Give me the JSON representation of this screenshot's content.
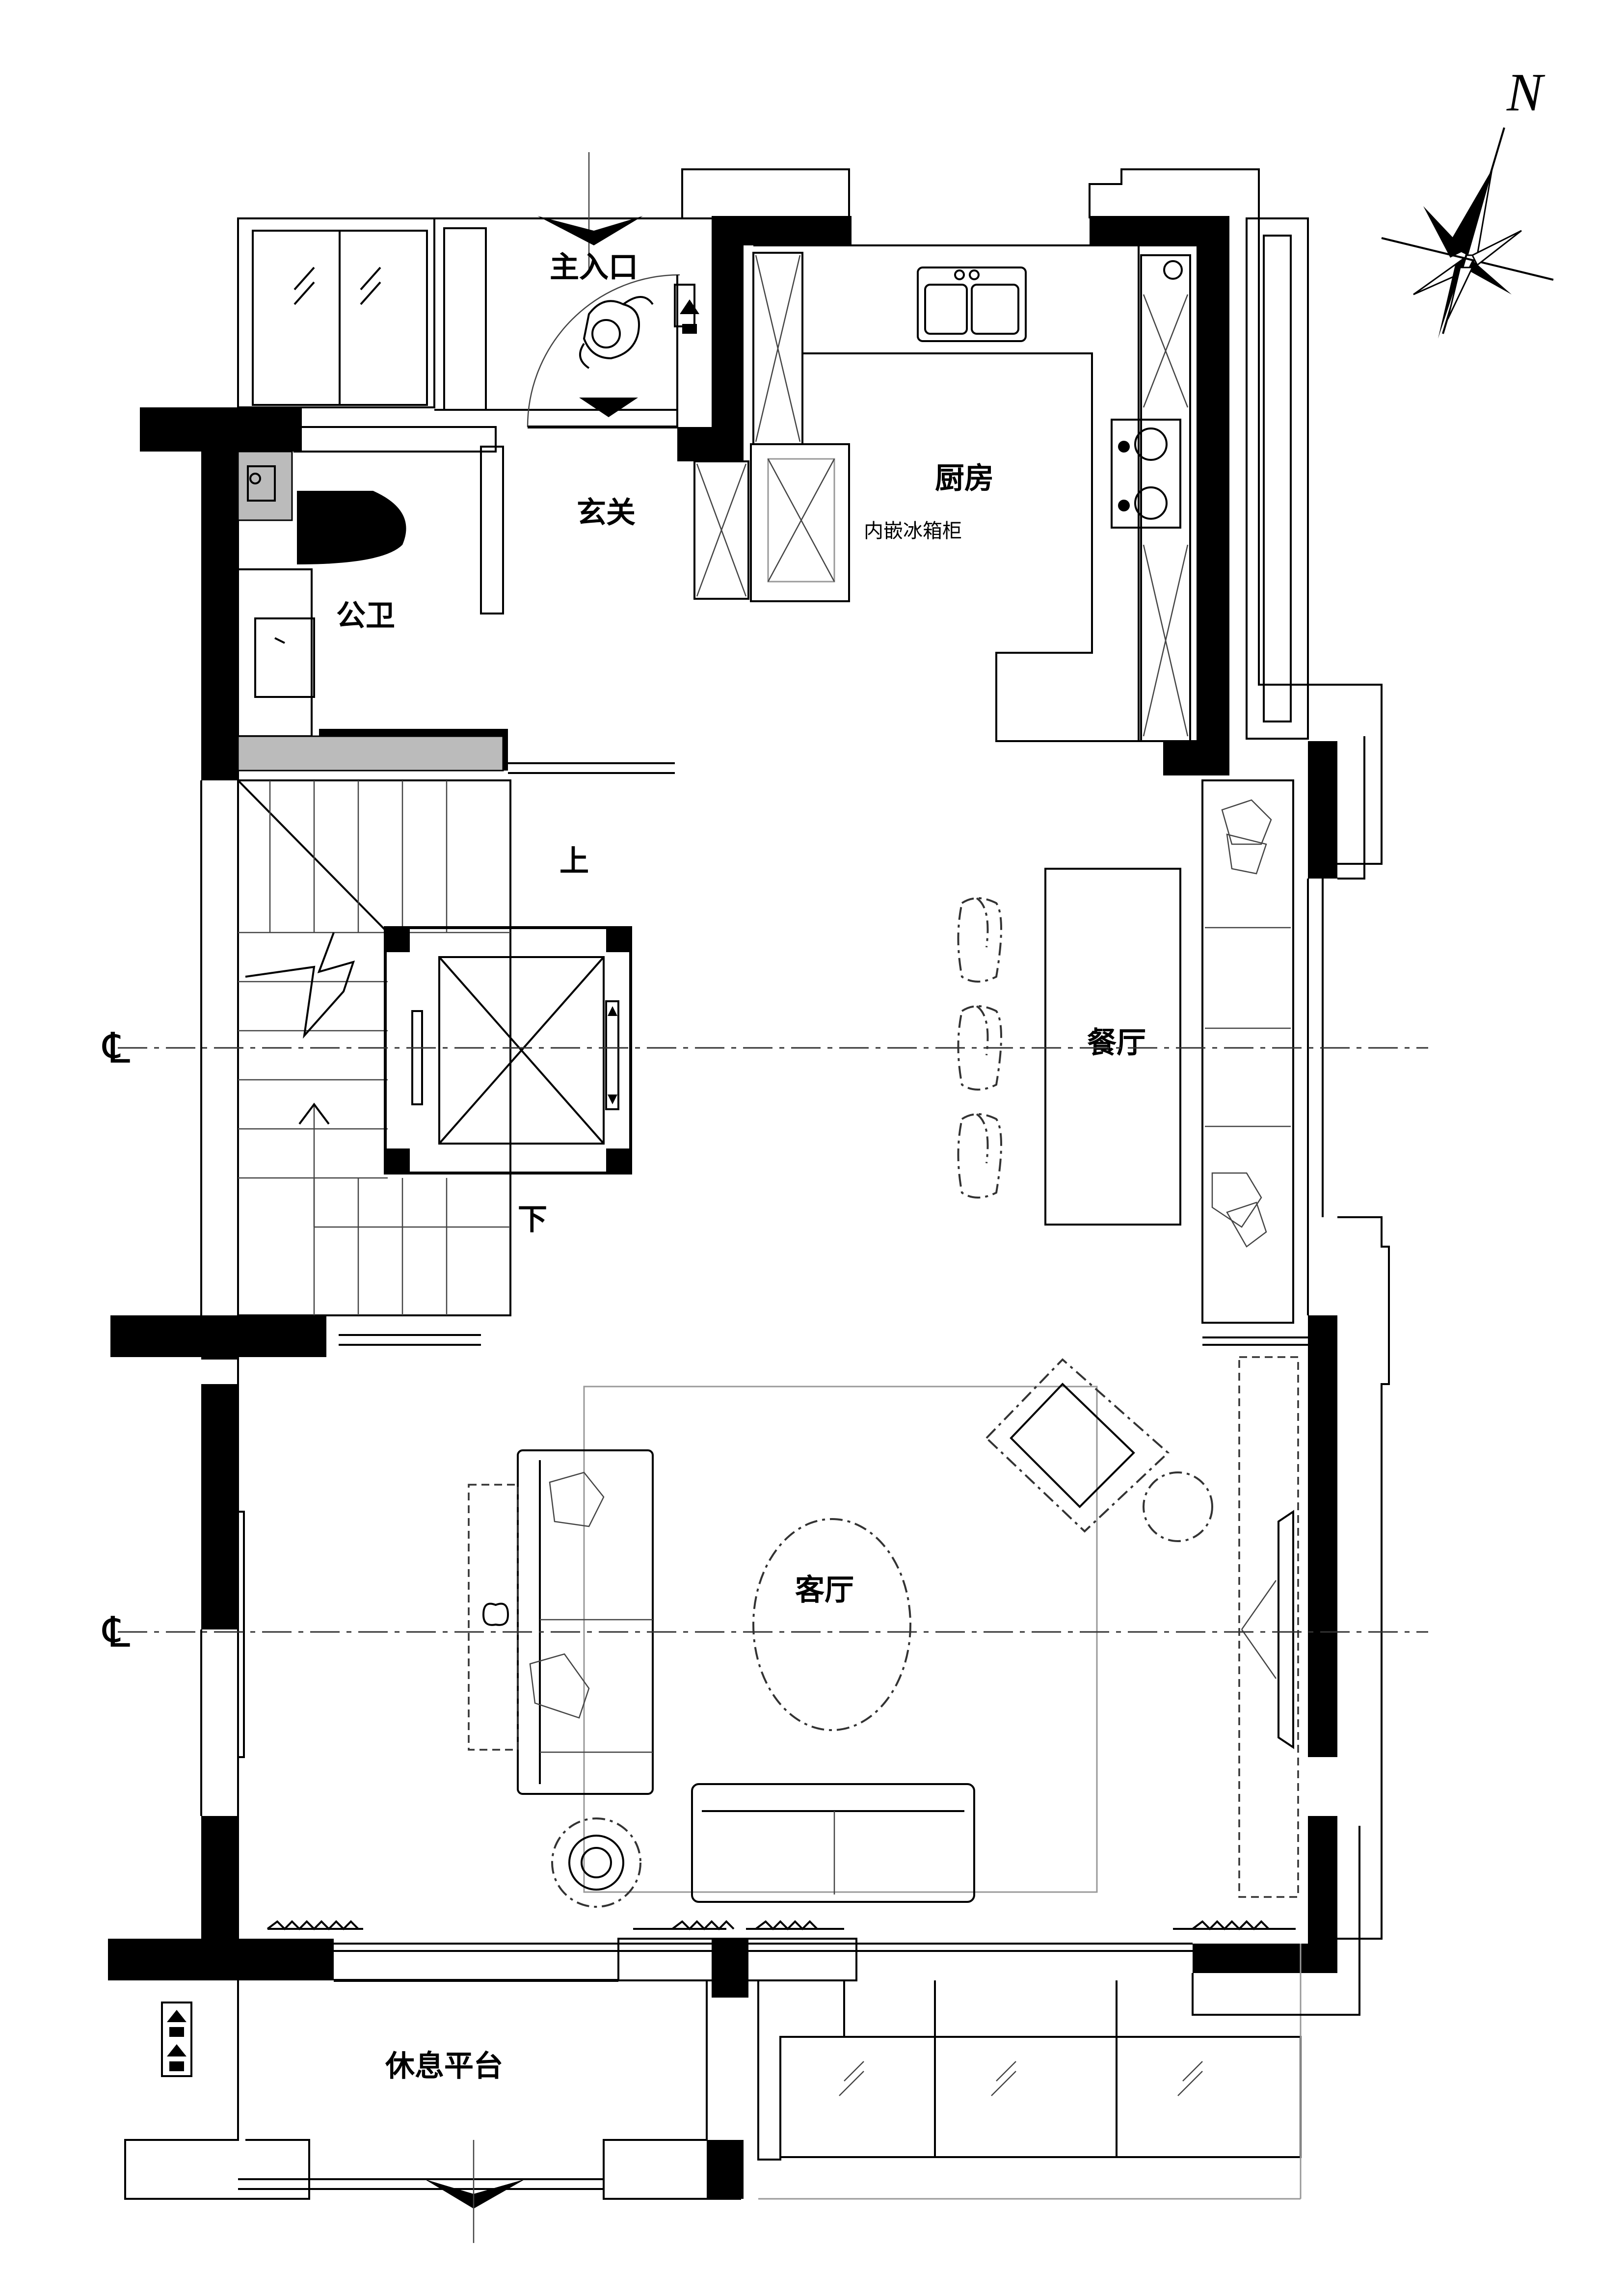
{
  "labels": {
    "main_entrance": "主入口",
    "foyer": "玄关",
    "kitchen": "厨房",
    "fridge": "内嵌冰箱柜",
    "guest_bath": "公卫",
    "up": "上",
    "down": "下",
    "dining": "餐厅",
    "living": "客厅",
    "terrace": "休息平台"
  },
  "compass": {
    "north": "N"
  },
  "centerline_symbol": "℄"
}
